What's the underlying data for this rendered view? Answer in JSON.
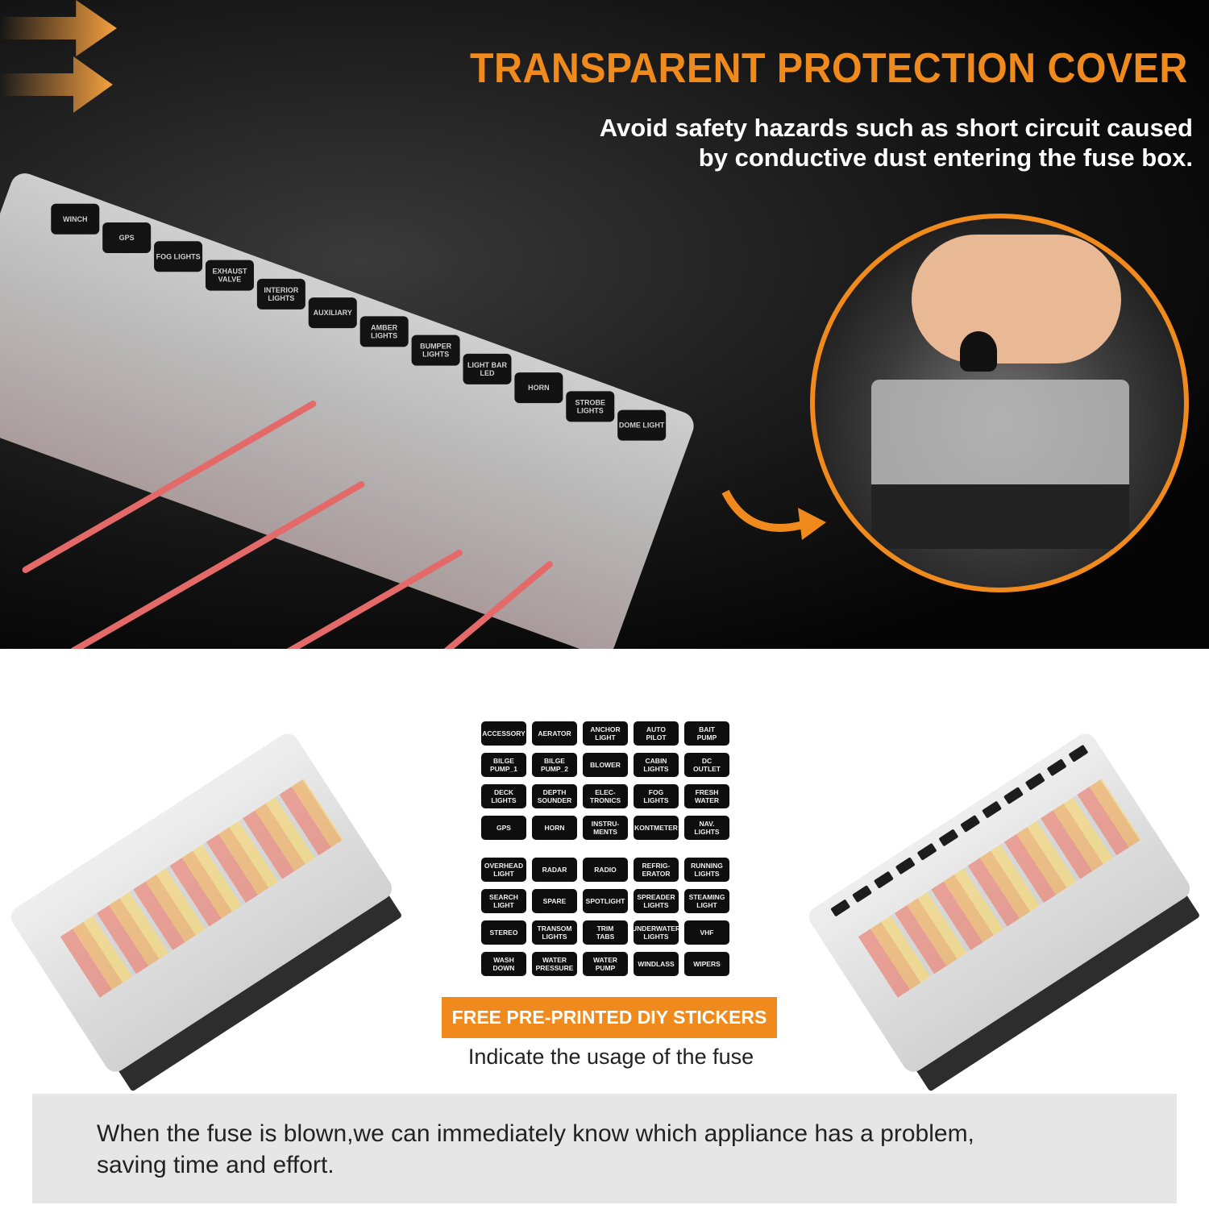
{
  "colors": {
    "accent": "#f08a1c",
    "dark": "#0e0e0e",
    "band": "#e6e6e6"
  },
  "top": {
    "headline": "TRANSPARENT PROTECTION COVER",
    "subtitle_line1": "Avoid safety hazards such as short circuit caused",
    "subtitle_line2": "by conductive dust entering the fuse box.",
    "fuse_labels": [
      "WINCH",
      "GPS",
      "FOG LIGHTS",
      "EXHAUST VALVE",
      "INTERIOR LIGHTS",
      "AUXILIARY",
      "AMBER LIGHTS",
      "BUMPER LIGHTS",
      "LIGHT BAR LED",
      "HORN",
      "STROBE LIGHTS",
      "DOME LIGHT"
    ]
  },
  "stickers": [
    "ACCESSORY",
    "AERATOR",
    "ANCHOR\nLIGHT",
    "AUTO\nPILOT",
    "BAIT\nPUMP",
    "BILGE\nPUMP_1",
    "BILGE\nPUMP_2",
    "BLOWER",
    "CABIN\nLIGHTS",
    "DC\nOUTLET",
    "DECK\nLIGHTS",
    "DEPTH\nSOUNDER",
    "ELEC-\nTRONICS",
    "FOG\nLIGHTS",
    "FRESH\nWATER",
    "GPS",
    "HORN",
    "INSTRU-\nMENTS",
    "KONTMETER",
    "NAV.\nLIGHTS",
    "OVERHEAD\nLIGHT",
    "RADAR",
    "RADIO",
    "REFRIG-\nERATOR",
    "RUNNING\nLIGHTS",
    "SEARCH\nLIGHT",
    "SPARE",
    "SPOTLIGHT",
    "SPREADER\nLIGHTS",
    "STEAMING\nLIGHT",
    "STEREO",
    "TRANSOM\nLIGHTS",
    "TRIM\nTABS",
    "UNDERWATER\nLIGHTS",
    "VHF",
    "WASH\nDOWN",
    "WATER\nPRESSURE",
    "WATER\nPUMP",
    "WINDLASS",
    "WIPERS"
  ],
  "banner": "FREE PRE-PRINTED DIY STICKERS",
  "caption": "Indicate the usage of the fuse",
  "footer": {
    "line1": "When the fuse is blown,we can immediately know which appliance has a problem,",
    "line2": "saving time and effort."
  }
}
